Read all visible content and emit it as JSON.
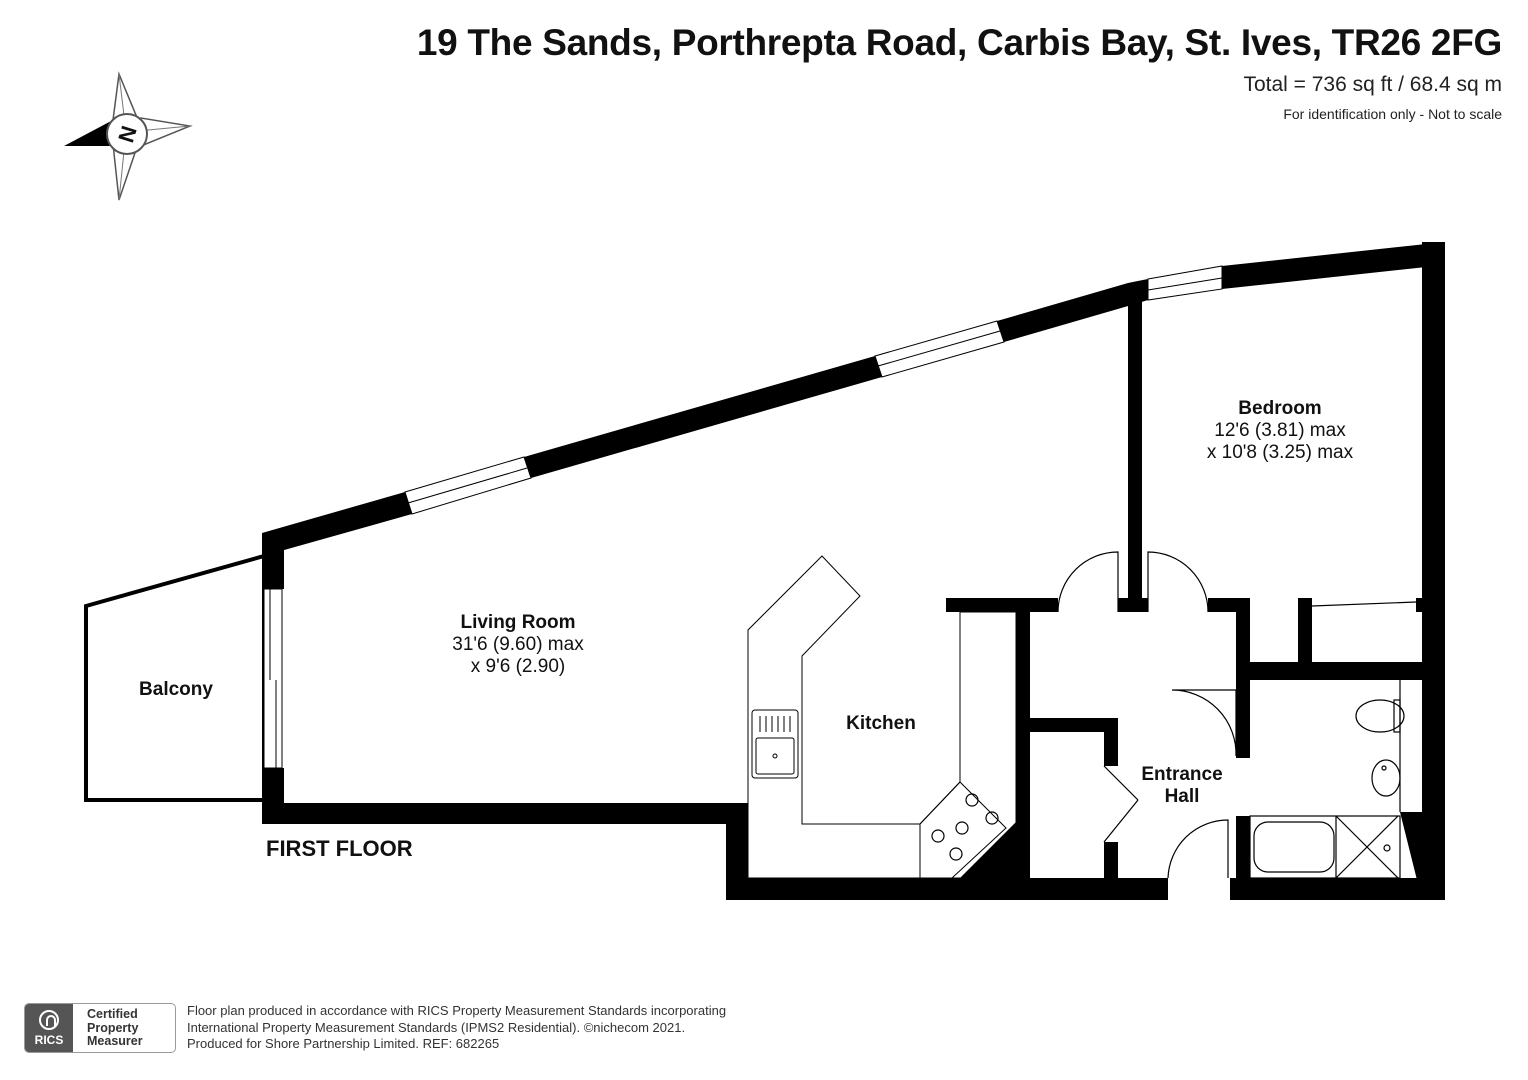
{
  "header": {
    "address": "19 The Sands, Porthrepta Road, Carbis Bay, St. Ives, TR26 2FG",
    "total_area": "Total = 736 sq ft / 68.4 sq m",
    "disclaimer": "For identification only - Not to scale"
  },
  "compass": {
    "letter": "N",
    "icon": "compass-rose-icon"
  },
  "rooms": {
    "bedroom": {
      "name": "Bedroom",
      "dim1": "12'6 (3.81) max",
      "dim2": "x 10'8 (3.25) max"
    },
    "living": {
      "name": "Living Room",
      "dim1": "31'6 (9.60) max",
      "dim2": "x 9'6 (2.90)"
    },
    "balcony": {
      "name": "Balcony"
    },
    "kitchen": {
      "name": "Kitchen"
    },
    "hall": {
      "name_line1": "Entrance",
      "name_line2": "Hall"
    }
  },
  "floor_label": "FIRST FLOOR",
  "footer": {
    "line1": "Floor plan produced in accordance with RICS Property Measurement Standards incorporating",
    "line2": "International Property Measurement Standards (IPMS2 Residential).  ©nichecom 2021.",
    "line3": "Produced for Shore Partnership Limited.   REF:  682265"
  },
  "badge": {
    "org": "RICS",
    "line1": "Certified",
    "line2": "Property",
    "line3": "Measurer"
  },
  "colors": {
    "wall": "#000000",
    "line": "#111111",
    "text": "#111111",
    "badge_grey": "#555555"
  }
}
